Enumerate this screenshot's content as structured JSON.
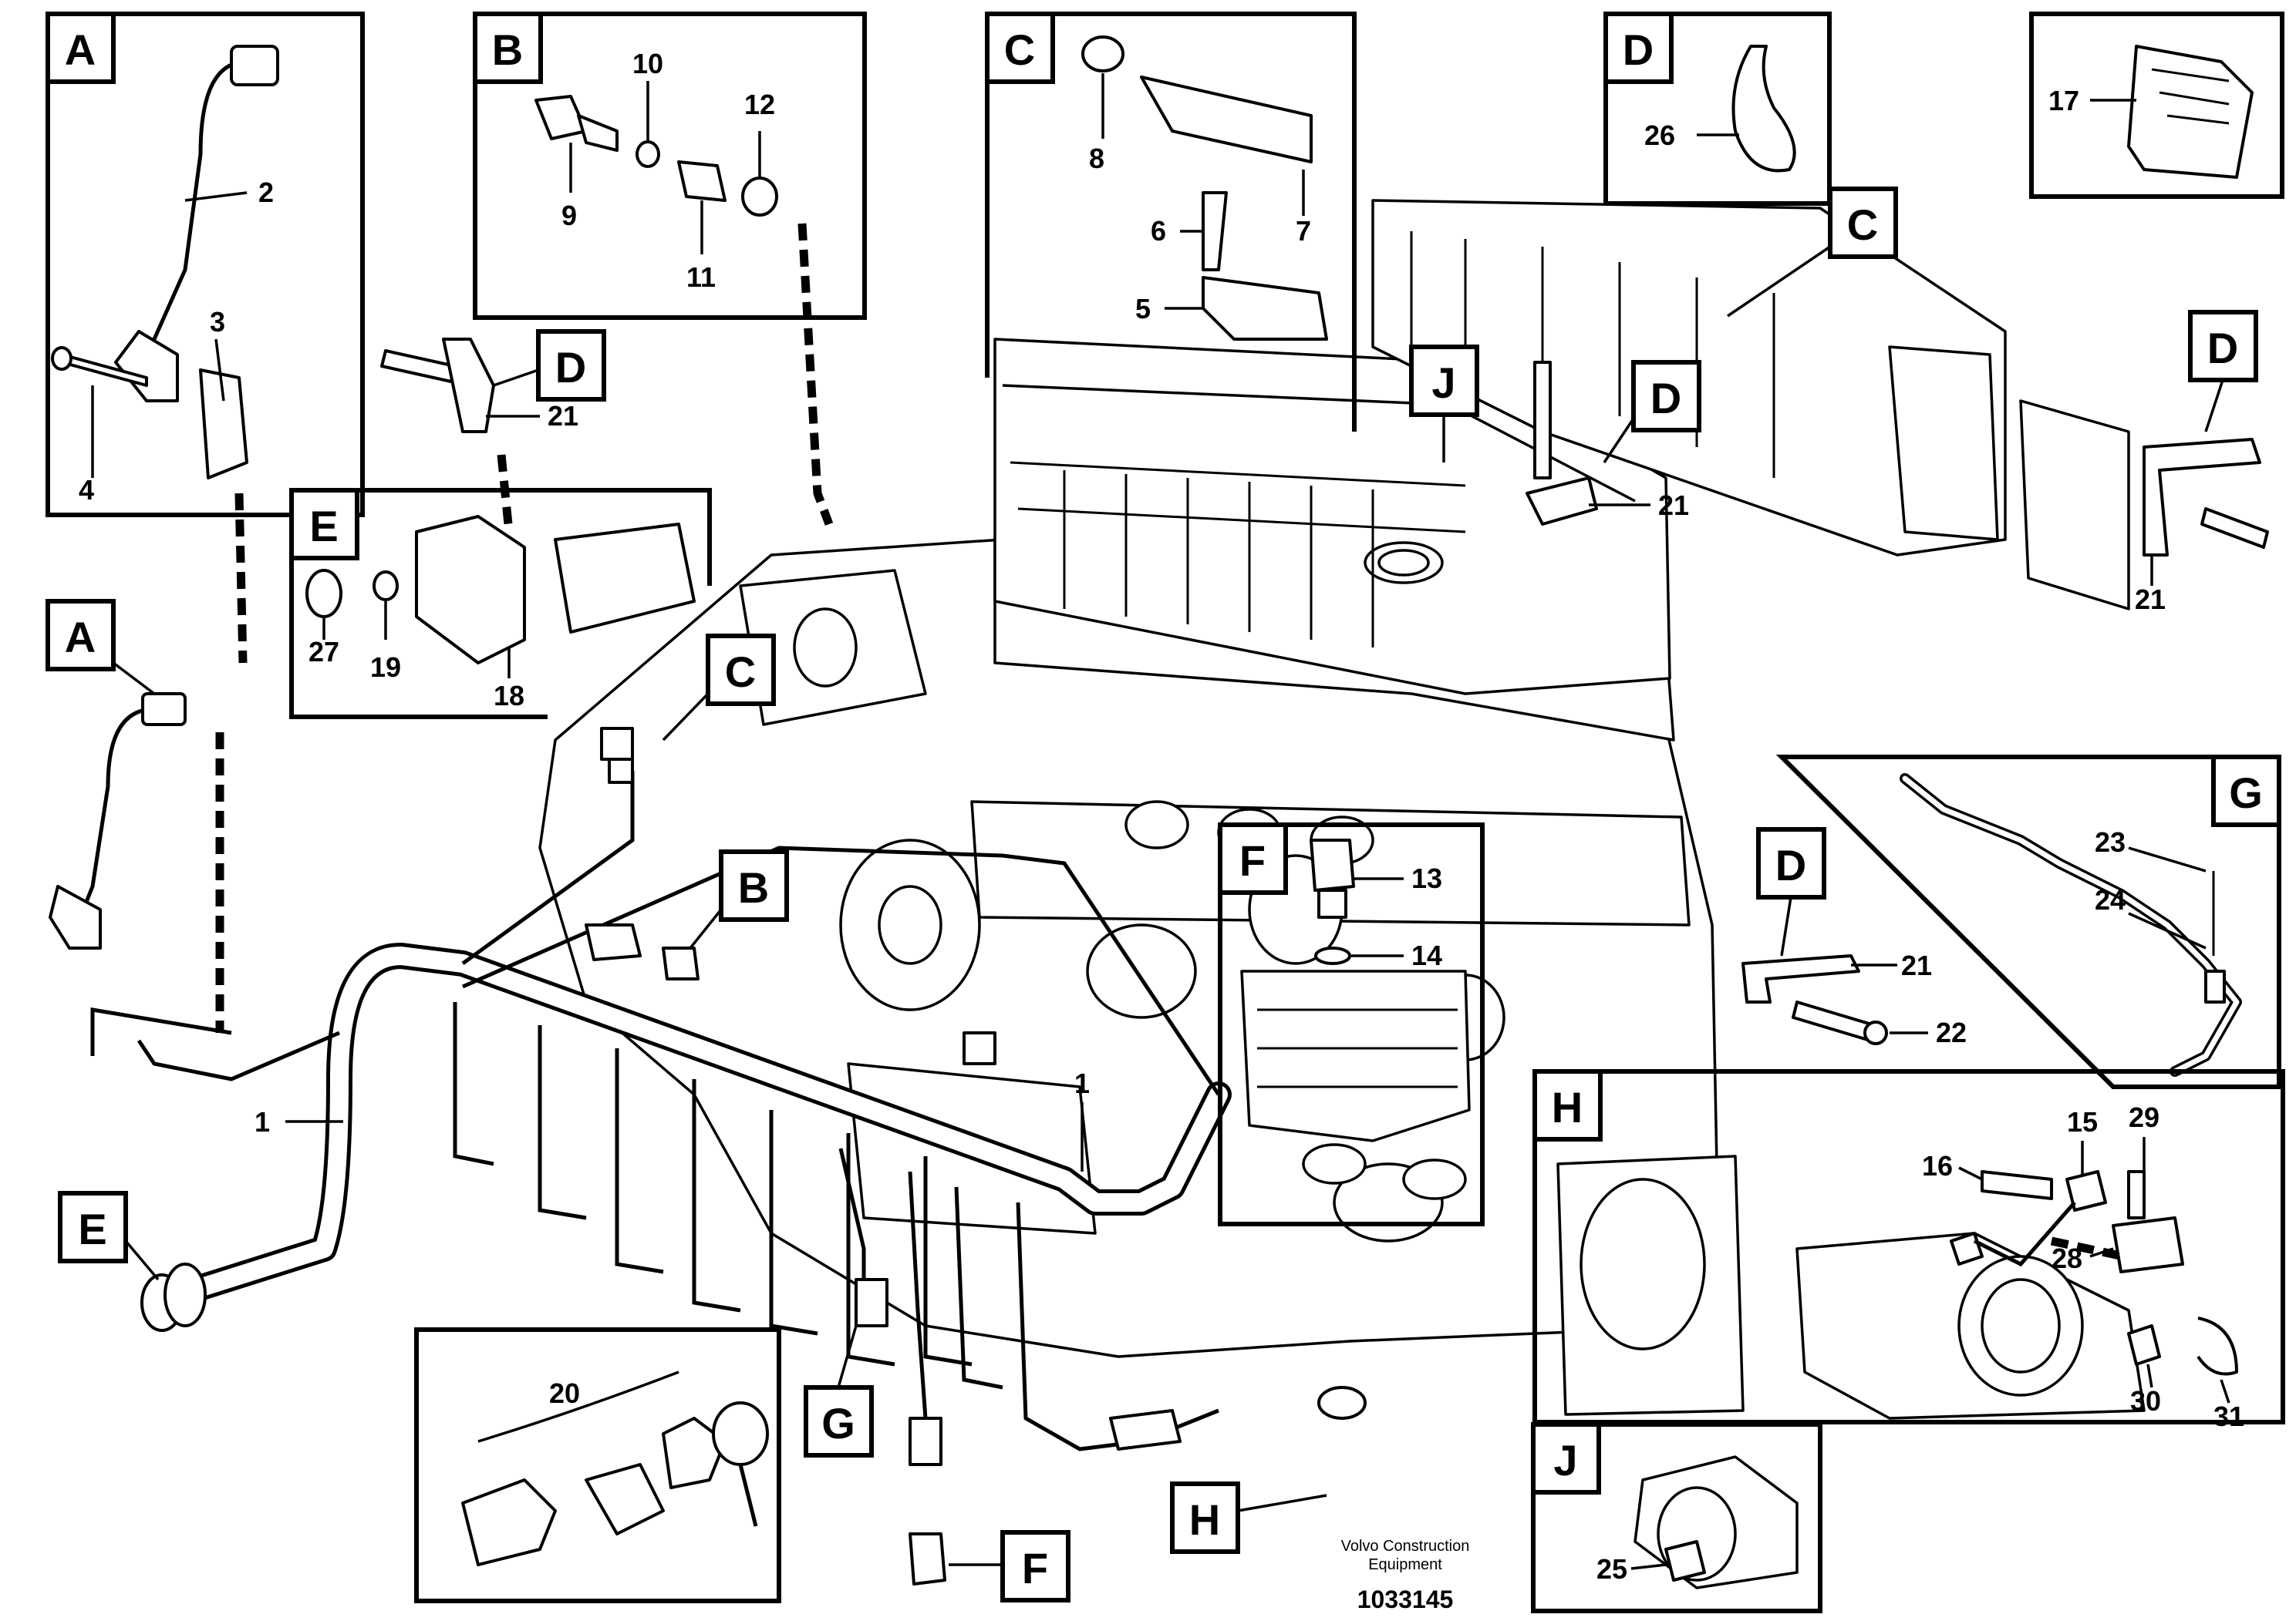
{
  "diagram": {
    "credit_line1": "Volvo Construction",
    "credit_line2": "Equipment",
    "document_number": "1033145",
    "section_letters": [
      "A",
      "B",
      "C",
      "D",
      "E",
      "F",
      "G",
      "H",
      "J"
    ],
    "part_numbers": {
      "p1": "1",
      "p2": "2",
      "p3": "3",
      "p4": "4",
      "p5": "5",
      "p6": "6",
      "p7": "7",
      "p8": "8",
      "p9": "9",
      "p10": "10",
      "p11": "11",
      "p12": "12",
      "p13": "13",
      "p14": "14",
      "p15": "15",
      "p16": "16",
      "p17": "17",
      "p18": "18",
      "p19": "19",
      "p20": "20",
      "p21": "21",
      "p22": "22",
      "p23": "23",
      "p24": "24",
      "p25": "25",
      "p26": "26",
      "p27": "27",
      "p28": "28",
      "p29": "29",
      "p30": "30",
      "p31": "31"
    }
  }
}
